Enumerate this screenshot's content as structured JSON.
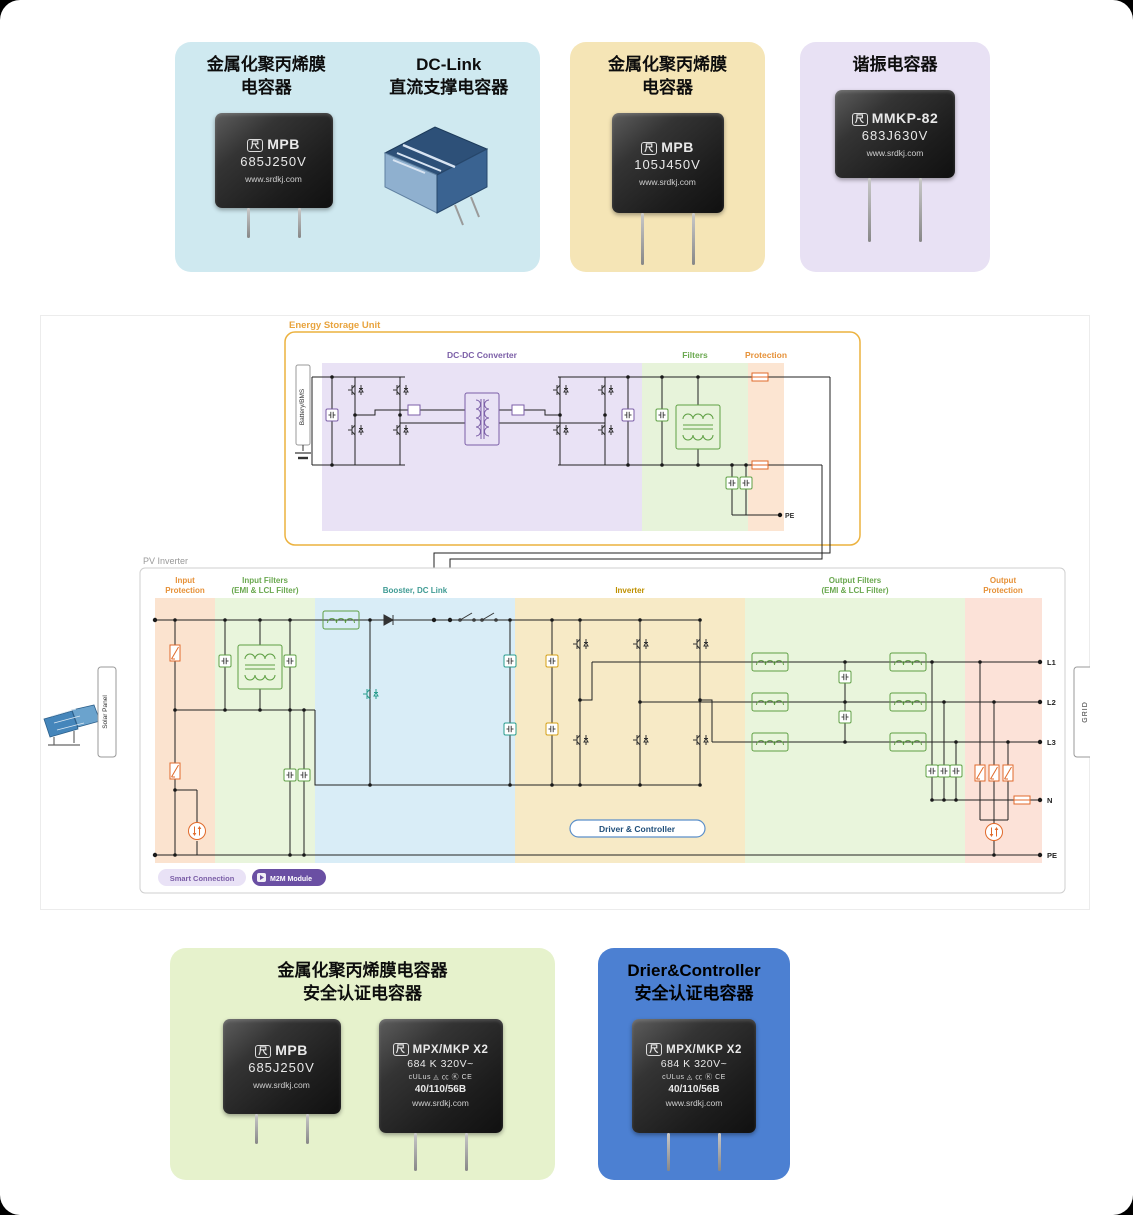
{
  "colors": {
    "card1_bg": "#cfe9f0",
    "card2_bg": "#f5e5b6",
    "card3_bg": "#e8e1f4",
    "card4_bg": "#e6f2cc",
    "card5_bg": "#4c80d2",
    "esu_border": "#e8a33d",
    "purple_accent": "#7b5ea7",
    "green_accent": "#5fa044",
    "teal_accent": "#2a9d8f",
    "yellow_accent": "#d4a017",
    "orange_accent": "#e06a2b",
    "band_input_protection": "#fbe3cf",
    "band_input_filters": "#e9f5dc",
    "band_booster": "#d9edf7",
    "band_inverter": "#f7eac6",
    "band_output_filters": "#e9f5dc",
    "band_output_protection": "#fce2d8"
  },
  "cards": {
    "card1": {
      "title_left_1": "金属化聚丙烯膜",
      "title_left_2": "电容器",
      "title_right_1": "DC-Link",
      "title_right_2": "直流支撑电容器",
      "cap_black": {
        "logo": "尺",
        "brand": "MPB",
        "value": "685J250V",
        "site": "www.srdkj.com"
      }
    },
    "card2": {
      "title_1": "金属化聚丙烯膜",
      "title_2": "电容器",
      "cap": {
        "logo": "尺",
        "brand": "MPB",
        "value": "105J450V",
        "site": "www.srdkj.com"
      }
    },
    "card3": {
      "title_1": "谐振电容器",
      "cap": {
        "logo": "尺",
        "brand": "MMKP-82",
        "value": "683J630V",
        "site": "www.srdkj.com"
      }
    },
    "card4": {
      "title_1": "金属化聚丙烯膜电容器",
      "title_2": "安全认证电容器",
      "cap_left": {
        "logo": "尺",
        "brand": "MPB",
        "value": "685J250V",
        "site": "www.srdkj.com"
      },
      "cap_right": {
        "logo": "尺",
        "brand": "MPX/MKP X2",
        "value": "684 K 320V~",
        "certs": "cULus ◬ ㏄ Ⓚ CE",
        "series": "40/110/56B",
        "site": "www.srdkj.com"
      }
    },
    "card5": {
      "title_1": "Drier&Controller",
      "title_2": "安全认证电容器",
      "cap": {
        "logo": "尺",
        "brand": "MPX/MKP X2",
        "value": "684 K 320V~",
        "certs": "cULus ◬ ㏄ Ⓚ CE",
        "series": "40/110/56B",
        "site": "www.srdkj.com"
      }
    }
  },
  "diagram": {
    "esu": {
      "title": "Energy Storage Unit",
      "dcdc_label": "DC-DC Converter",
      "filters_label": "Filters",
      "protection_label": "Protection",
      "battery_label": "Battery/BMS",
      "pe_label": "PE"
    },
    "pv": {
      "title": "PV Inverter",
      "input_protection_1": "Input",
      "input_protection_2": "Protection",
      "input_filters_1": "Input Filters",
      "input_filters_2": "(EMI & LCL Filter)",
      "booster_label": "Booster, DC Link",
      "inverter_label": "Inverter",
      "output_filters_1": "Output Filters",
      "output_filters_2": "(EMI & LCL Filter)",
      "output_protection_1": "Output",
      "output_protection_2": "Protection",
      "driver_label": "Driver & Controller",
      "smart_connection": "Smart Connection",
      "m2m_label": "M2M Module",
      "solar_label": "Solar Panel",
      "grid_label": "GRID",
      "lines": [
        "L1",
        "L2",
        "L3",
        "N",
        "PE"
      ]
    }
  }
}
